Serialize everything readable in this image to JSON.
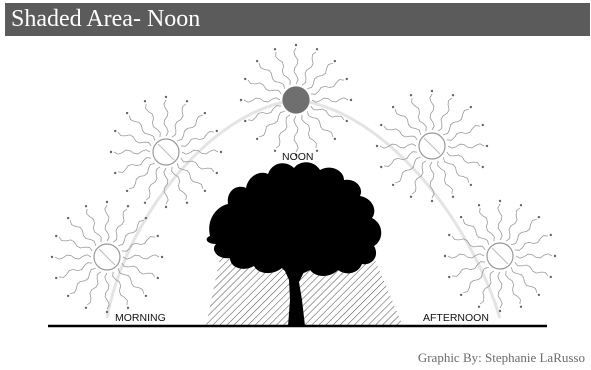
{
  "header": {
    "title": "Shaded Area- Noon"
  },
  "diagram": {
    "labels": {
      "morning": "MORNING",
      "noon": "NOON",
      "afternoon": "AFTERNOON"
    },
    "credit": "Graphic By: Stephanie LaRusso",
    "suns": [
      {
        "id": "morning",
        "filled": false
      },
      {
        "id": "mid-morning",
        "filled": false
      },
      {
        "id": "noon",
        "filled": true
      },
      {
        "id": "mid-afternoon",
        "filled": false
      },
      {
        "id": "afternoon",
        "filled": false
      }
    ],
    "icons": {
      "sun": "sun-icon",
      "tree": "tree-icon",
      "shade": "hatched-shade-area"
    },
    "colors": {
      "title_bar": "#5b5b5b",
      "title_text": "#ffffff",
      "noon_sun": "#6f6f6f",
      "sun_outline": "#999999",
      "tree": "#000000",
      "ground": "#000000",
      "credit_text": "#6a6a6a"
    }
  }
}
